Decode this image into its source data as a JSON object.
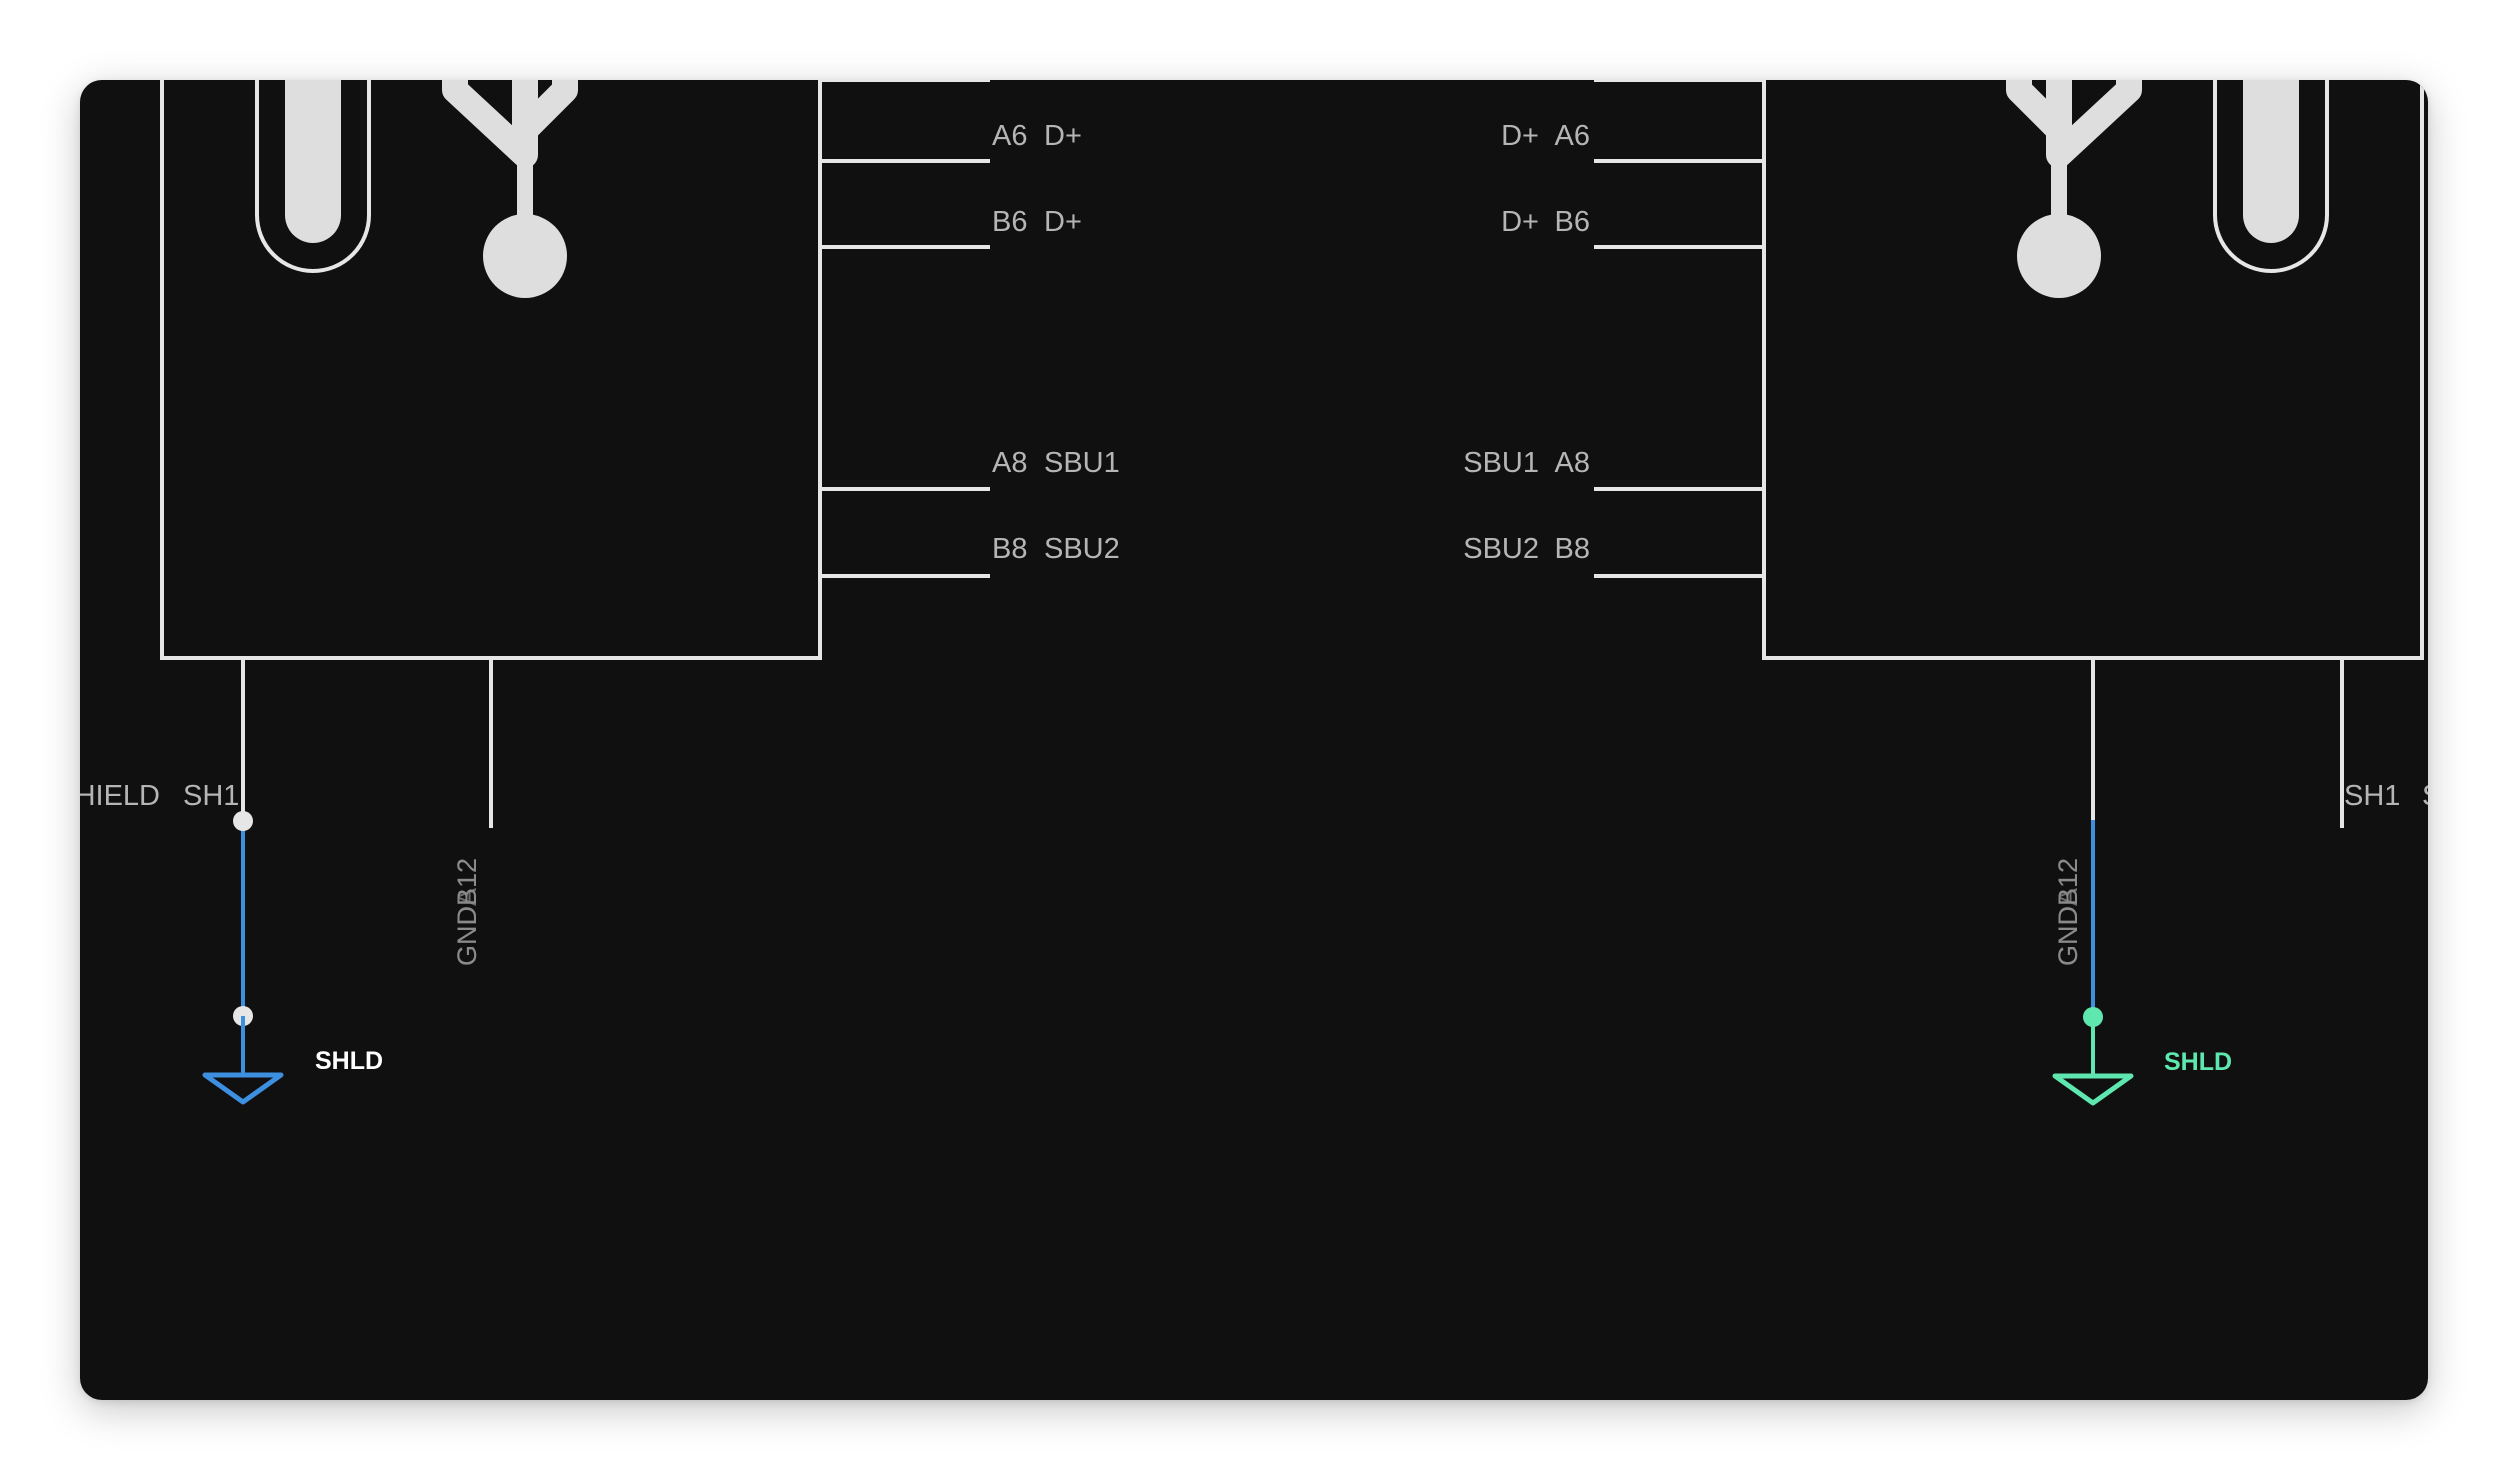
{
  "colors": {
    "canvas": "#101010",
    "wire": "#e6e6e6",
    "selected_wire": "#3d8fe0",
    "highlight_net": "#5ee8b0",
    "label": "#b5b5b5"
  },
  "left_connector": {
    "pins_right": [
      {
        "pin": "A6",
        "name": "D+"
      },
      {
        "pin": "B6",
        "name": "D+"
      },
      {
        "pin": "A8",
        "name": "SBU1"
      },
      {
        "pin": "B8",
        "name": "SBU2"
      }
    ],
    "shield_label": "SHIELD",
    "shield_pin": "SH1",
    "bottom_pin_label": "GNDB12",
    "bottom_pin_label_overlap": "GNDA12",
    "net_label": "SHLD",
    "usb-icon": "usb-icon"
  },
  "right_connector": {
    "pins_left": [
      {
        "pin": "A6",
        "name": "D+"
      },
      {
        "pin": "B6",
        "name": "D+"
      },
      {
        "pin": "A8",
        "name": "SBU1"
      },
      {
        "pin": "B8",
        "name": "SBU2"
      }
    ],
    "shield_pin": "SH1",
    "shield_label_cut": "S",
    "bottom_pin_label": "GNDB12",
    "bottom_pin_label_overlap": "GNDA12",
    "net_label": "SHLD",
    "usb-icon": "usb-icon"
  }
}
